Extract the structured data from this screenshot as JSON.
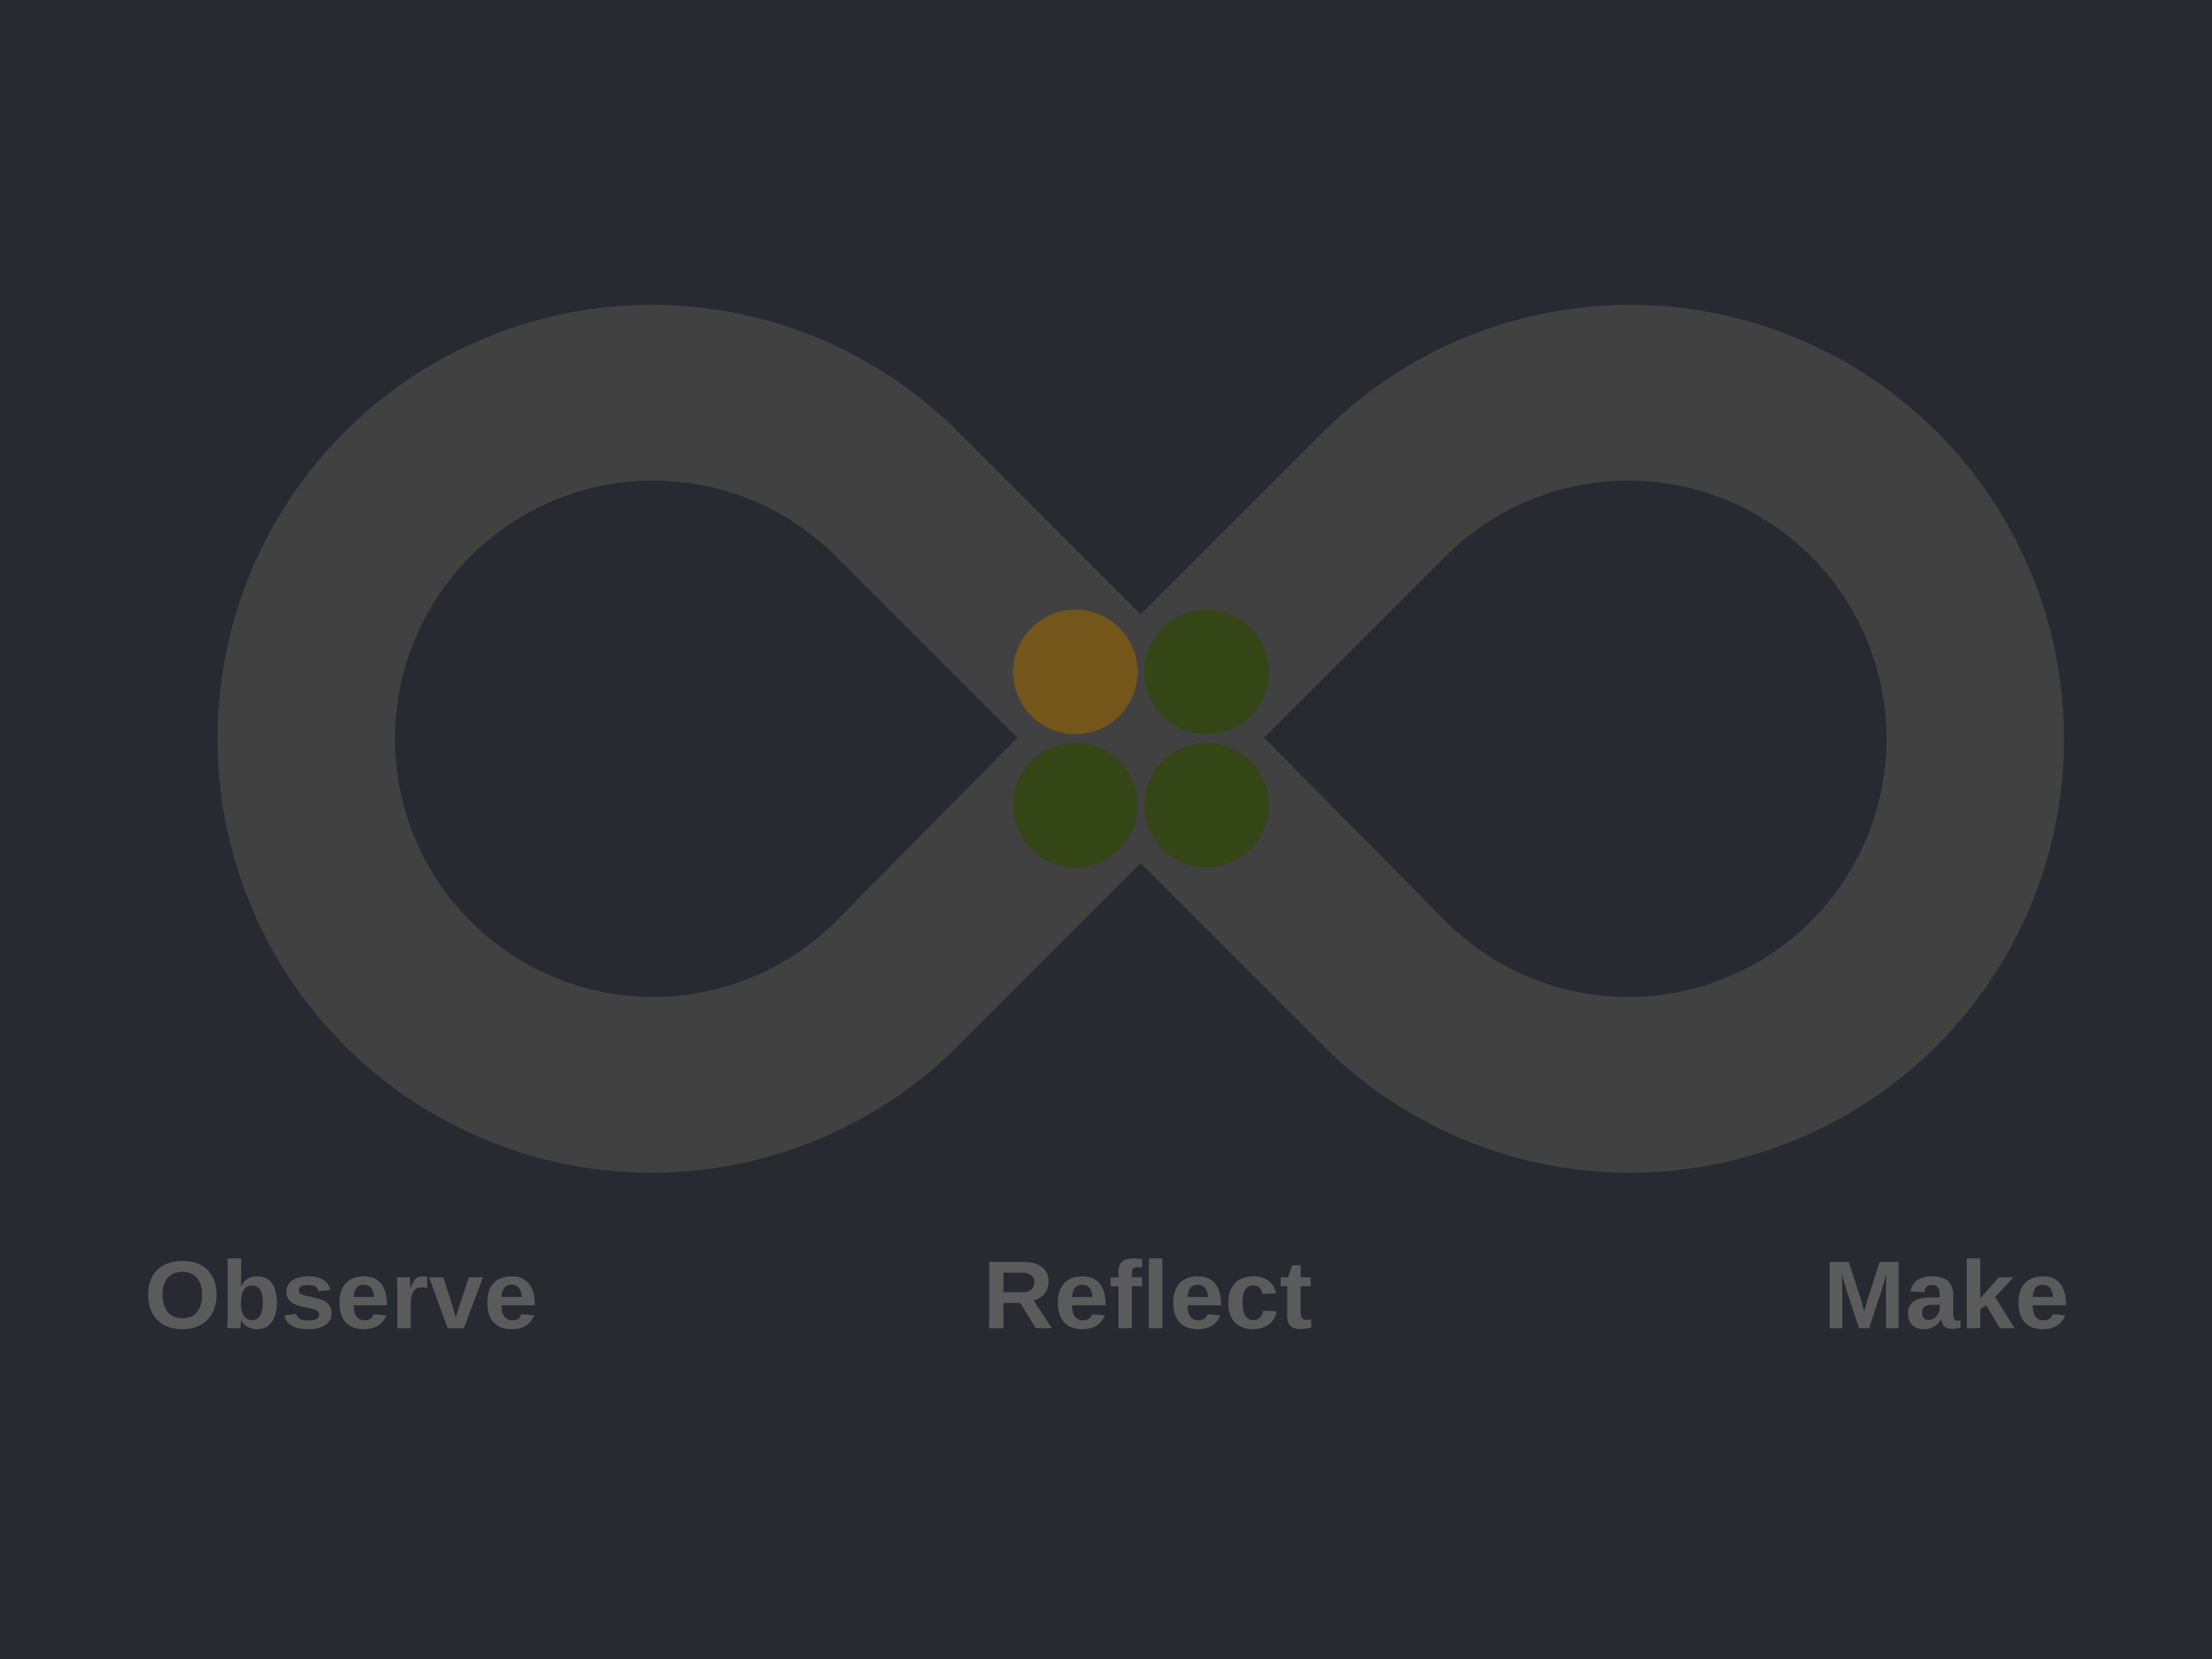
{
  "diagram": {
    "stages": [
      {
        "label": "Observe"
      },
      {
        "label": "Reflect"
      },
      {
        "label": "Make"
      }
    ],
    "center_dots": [
      {
        "position": "top-left",
        "color": "#74561a"
      },
      {
        "position": "top-right",
        "color": "#344516"
      },
      {
        "position": "bottom-left",
        "color": "#344516"
      },
      {
        "position": "bottom-right",
        "color": "#344516"
      }
    ]
  },
  "colors": {
    "background": "#282a31",
    "loop": "#414142",
    "label": "#5b5b5b",
    "accent_orange": "#74561a",
    "accent_green": "#344516"
  }
}
